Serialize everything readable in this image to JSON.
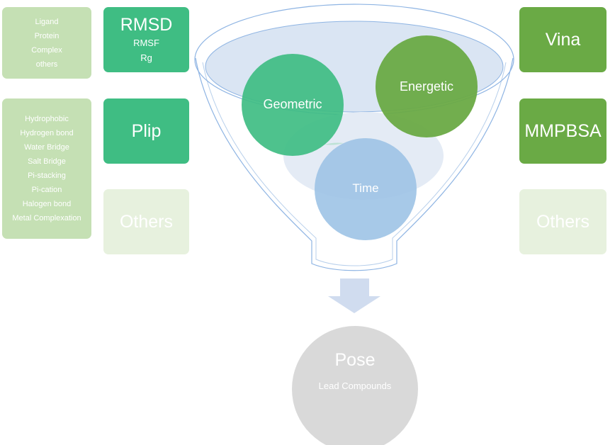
{
  "left_lists": {
    "targets": [
      "Ligand",
      "Protein",
      "Complex",
      "others"
    ],
    "interactions": [
      "Hydrophobic",
      "Hydrogen bond",
      "Water Bridge",
      "Salt Bridge",
      "Pi-stacking",
      "Pi-cation",
      "Halogen bond",
      "Metal Complexation"
    ]
  },
  "geometric_tools": {
    "rmsd": {
      "title": "RMSD",
      "items": [
        "RMSF",
        "Rg"
      ]
    },
    "plip": "Plip",
    "others": "Others"
  },
  "energetic_tools": {
    "vina": "Vina",
    "mmpbsa": "MMPBSA",
    "others": "Others"
  },
  "funnel": {
    "geometric": "Geometric",
    "energetic": "Energetic",
    "time": "Time"
  },
  "result": {
    "title": "Pose",
    "subtitle": "Lead Compounds"
  },
  "colors": {
    "teal": "#3fbd83",
    "green": "#6aaa45",
    "light_green": "#c5e0b4",
    "pale_green": "#e7f1de",
    "blue": "#9dc3e6",
    "arrow": "#d0dcef",
    "gray": "#d9d9d9",
    "funnel_outline": "#8eb4e3"
  }
}
